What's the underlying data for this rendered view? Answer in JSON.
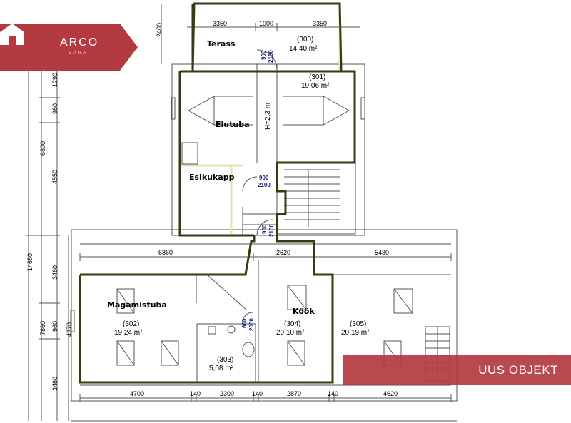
{
  "brand": {
    "name": "ARCO",
    "sub": "VARA",
    "color": "#b23a40"
  },
  "badge": {
    "label": "UUS OBJEKT",
    "color": "#b23a40"
  },
  "colors": {
    "room_outline": "#3a3a10",
    "terrace_line": "#e8e0b0",
    "door_text": "#1a237e"
  },
  "rooms": [
    {
      "name": "Terass",
      "number": "(300)",
      "area": "14,40 m²"
    },
    {
      "name": "",
      "number": "(301)",
      "area": "19,06 m²"
    },
    {
      "name": "Elutuba",
      "number": "",
      "area": ""
    },
    {
      "name": "Esikukapp",
      "number": "",
      "area": ""
    },
    {
      "name": "Magamistuba",
      "number": "(302)",
      "area": "19,24 m²"
    },
    {
      "name": "",
      "number": "(303)",
      "area": "5,08 m²"
    },
    {
      "name": "Köök",
      "number": "(304)",
      "area": "20,10 m²"
    },
    {
      "name": "",
      "number": "(305)",
      "area": "20,19 m²"
    }
  ],
  "height_label": "H=2,3 m",
  "doors": [
    {
      "w": "900",
      "h": "2100"
    },
    {
      "w": "900",
      "h": "2100"
    },
    {
      "w": "900",
      "h": "2100"
    },
    {
      "w": "600",
      "h": "2000"
    }
  ],
  "dims": {
    "top": [
      "3350",
      "1000",
      "3350"
    ],
    "top_side": "2400",
    "middle": [
      "6860",
      "2620",
      "5430"
    ],
    "bottom": [
      "4700",
      "140",
      "2300",
      "140",
      "2870",
      "140",
      "4620"
    ],
    "left_total": "14680",
    "left_upper": "6800",
    "left_upper_parts": [
      "1290",
      "960",
      "4550"
    ],
    "left_lower": "7860",
    "left_lower_parts": [
      "3460",
      "960",
      "3460"
    ],
    "room_height": "4370"
  }
}
